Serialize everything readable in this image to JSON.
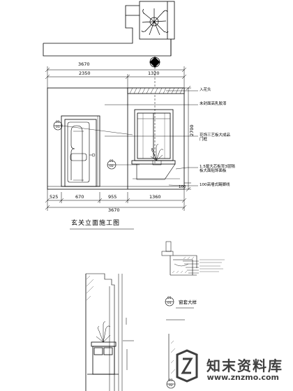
{
  "dimensions": {
    "top_total": "3670",
    "top_left": "2350",
    "top_right": "1320",
    "bottom_segments": [
      "525",
      "670",
      "955",
      "1360"
    ],
    "bottom_total": "3670",
    "right_main": "2700",
    "right_small": "100"
  },
  "callouts": {
    "item_1": "入花头",
    "item_2": "未封面高乳胶漆",
    "item_3": "花饰三艺板大成品门框",
    "item_4": "1.5厘大芯板背3层隔板大面贴饰面板",
    "item_5": "100高墙式踢脚线"
  },
  "section_markers": [
    {
      "top": "01",
      "bottom": "01"
    },
    {
      "top": "01",
      "bottom": "02"
    },
    {
      "top": "01",
      "bottom": "01"
    },
    {
      "top": "01",
      "bottom": "02"
    }
  ],
  "titles": {
    "elevation": "玄关立面施工图",
    "detail": "窗套大样"
  },
  "watermark": {
    "name": "知末资料库",
    "url": "www.znzmo.com"
  }
}
